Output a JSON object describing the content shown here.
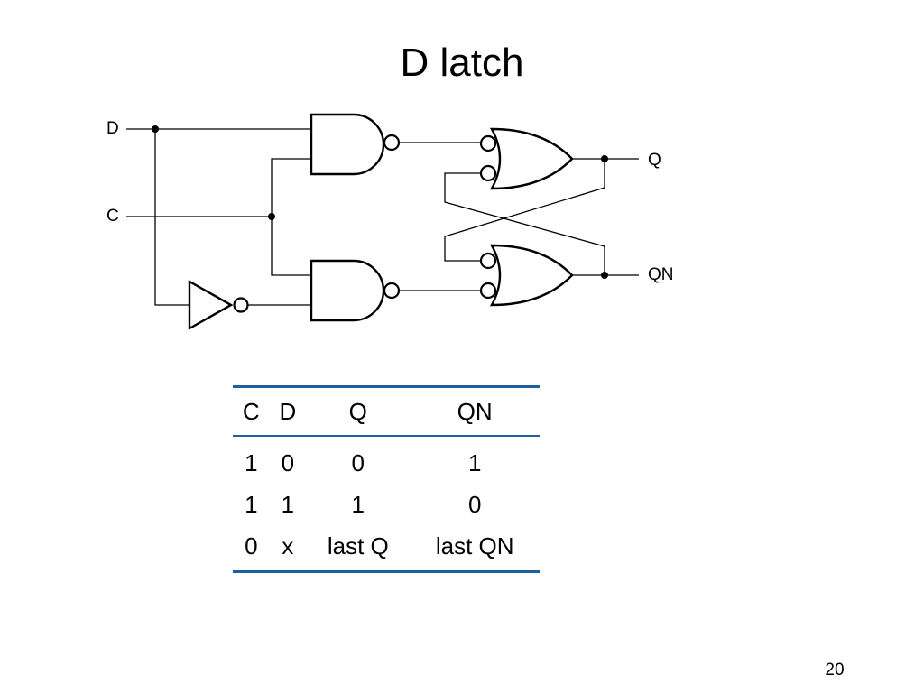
{
  "slide": {
    "title": "D latch",
    "page_number": "20"
  },
  "circuit": {
    "inputs": [
      "D",
      "C"
    ],
    "outputs": [
      "Q",
      "QN"
    ]
  },
  "truth_table": {
    "headers": [
      "C",
      "D",
      "Q",
      "QN"
    ],
    "rows": [
      [
        "1",
        "0",
        "0",
        "1"
      ],
      [
        "1",
        "1",
        "1",
        "0"
      ],
      [
        "0",
        "x",
        "last Q",
        "last QN"
      ]
    ],
    "rule_color": "#1f5fa0"
  }
}
